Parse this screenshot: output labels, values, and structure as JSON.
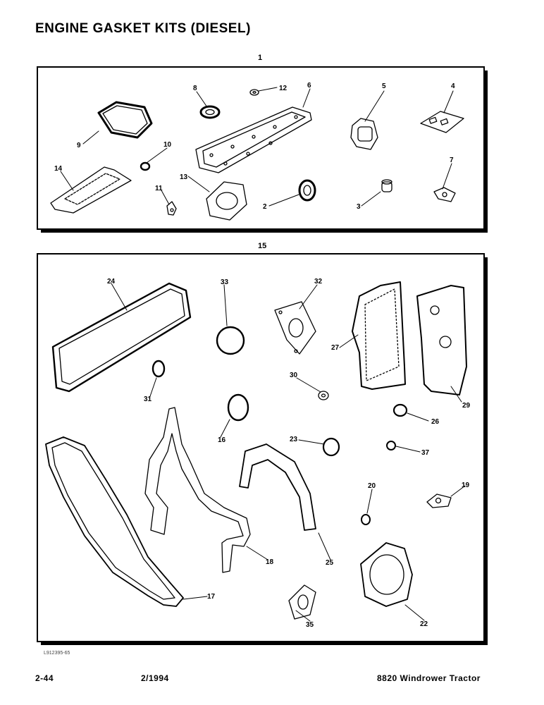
{
  "page": {
    "title": "ENGINE GASKET KITS (DIESEL)",
    "image_code": "L912395-65",
    "footer": {
      "page_number": "2-44",
      "date": "2/1994",
      "model": "8820 Windrower Tractor"
    }
  },
  "panels": [
    {
      "label": "1",
      "callouts": [
        "8",
        "12",
        "6",
        "5",
        "4",
        "9",
        "10",
        "14",
        "13",
        "11",
        "2",
        "3",
        "7"
      ]
    },
    {
      "label": "15",
      "callouts": [
        "24",
        "33",
        "32",
        "27",
        "29",
        "31",
        "30",
        "16",
        "26",
        "23",
        "37",
        "20",
        "19",
        "18",
        "25",
        "17",
        "35",
        "22"
      ]
    }
  ]
}
